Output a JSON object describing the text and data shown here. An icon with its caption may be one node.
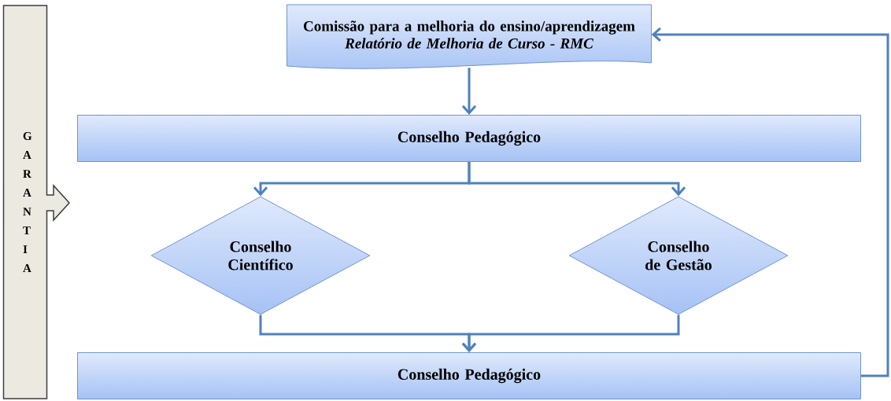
{
  "diagram": {
    "nodes": [
      {
        "text": [
          "G A R A N T I A"
        ]
      },
      {
        "text": [
          "Comissão para a melhoria do ensino/aprendizagem",
          "Relatório de Melhoria de Curso - RMC"
        ]
      },
      {
        "text": [
          "Conselho Pedagógico"
        ]
      },
      {
        "text": [
          "Conselho Científico"
        ]
      },
      {
        "text": [
          "Conselho de Gestão"
        ]
      },
      {
        "text": [
          "Conselho Pedagógico"
        ]
      }
    ],
    "edges": [
      {
        "from": 1,
        "to": 2,
        "arrow": "to"
      },
      {
        "from": 2,
        "to": 3,
        "arrow": "to"
      },
      {
        "from": 2,
        "to": 4,
        "arrow": "to"
      },
      {
        "from": 3,
        "to": 5,
        "arrow": "to"
      },
      {
        "from": 4,
        "to": 5,
        "arrow": "to"
      },
      {
        "from": 5,
        "to": 1,
        "arrow": "to"
      }
    ]
  }
}
